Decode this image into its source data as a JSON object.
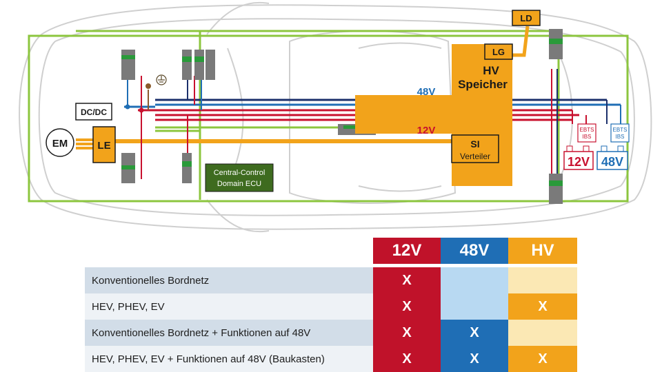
{
  "diagram": {
    "labels": {
      "ld": "LD",
      "lg": "LG",
      "hv_speicher_line1": "HV",
      "hv_speicher_line2": "Speicher",
      "v48": "48V",
      "v12": "12V",
      "si": "SI",
      "verteiler": "Verteiler",
      "dcdc": "DC/DC",
      "em": "EM",
      "le": "LE",
      "ecu_line1": "Central-Control",
      "ecu_line2": "Domain ECU",
      "ebts_ibs_red_line1": "EBTS",
      "ebts_ibs_red_line2": "IBS",
      "ebts_ibs_blue_line1": "EBTS",
      "ebts_ibs_blue_line2": "IBS",
      "battery_12v": "12V",
      "battery_48v": "48V"
    },
    "colors": {
      "orange": "#f2a31b",
      "green": "#8cc63e",
      "blue": "#1f6eb5",
      "navy": "#1b2f6b",
      "red": "#c8102e",
      "car_outline": "#c9c9c9",
      "ecu_green": "#3e6b1f"
    }
  },
  "table": {
    "headers": [
      "12V",
      "48V",
      "HV"
    ],
    "header_colors": [
      "#c0122a",
      "#1f6eb5",
      "#f2a31b"
    ],
    "rows": [
      {
        "label": "Konventionelles Bordnetz",
        "v12": "X",
        "v48": "",
        "hv": ""
      },
      {
        "label": "HEV, PHEV, EV",
        "v12": "X",
        "v48": "",
        "hv": "X"
      },
      {
        "label": "Konventionelles Bordnetz + Funktionen auf 48V",
        "v12": "X",
        "v48": "X",
        "hv": ""
      },
      {
        "label": "HEV, PHEV, EV + Funktionen auf 48V (Baukasten)",
        "v12": "X",
        "v48": "X",
        "hv": "X"
      }
    ]
  }
}
